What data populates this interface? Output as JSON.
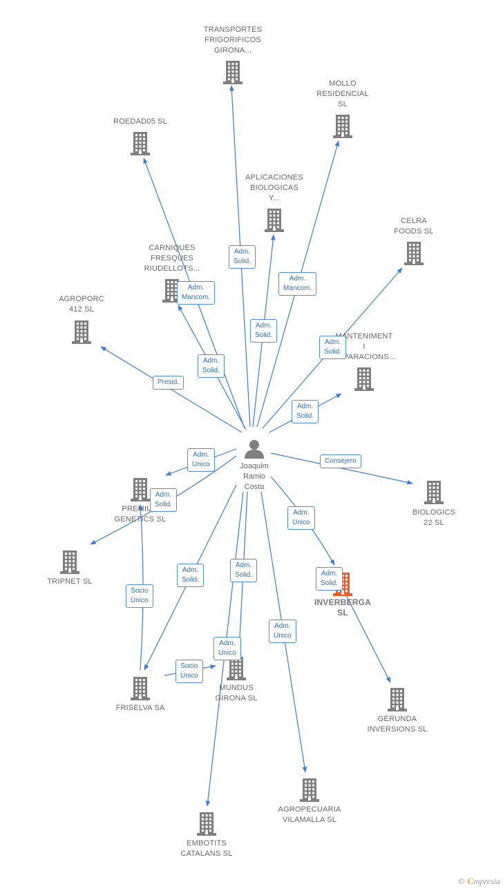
{
  "colors": {
    "link": "#3b7dd8",
    "icon": "#7f7f7f",
    "highlight_icon": "#f05a28",
    "badge_border": "#4a90d9",
    "badge_text": "#2e6fc0"
  },
  "center": {
    "name": "Joaquim\nRamio\nCosta",
    "icon": "person-icon"
  },
  "nodes": [
    {
      "id": "transportes",
      "label": "TRANSPORTES\nFRIGORIFICOS\nGIRONA...",
      "icon": "building-icon"
    },
    {
      "id": "mollo",
      "label": "MOLLO\nRESIDENCIAL\nSL",
      "icon": "building-icon"
    },
    {
      "id": "roedad05",
      "label": "ROEDAD05 SL",
      "icon": "building-icon"
    },
    {
      "id": "aplicaciones",
      "label": "APLICACIONES\nBIOLOGICAS\nY...",
      "icon": "building-icon"
    },
    {
      "id": "celra",
      "label": "CELRA\nFOODS SL",
      "icon": "building-icon"
    },
    {
      "id": "carniques",
      "label": "CARNIQUES\nFRESQUES\nRIUDELLOTS...",
      "icon": "building-icon"
    },
    {
      "id": "agroporc",
      "label": "AGROPORC\n412 SL",
      "icon": "building-icon"
    },
    {
      "id": "manteniment",
      "label": "MANTENIMENT\nI\nREPARACIONS...",
      "icon": "building-icon"
    },
    {
      "id": "premium",
      "label": "PREMIUM\nGENETICS SL",
      "icon": "building-icon"
    },
    {
      "id": "biologics",
      "label": "BIOLOGICS\n22 SL",
      "icon": "building-icon"
    },
    {
      "id": "tripnet",
      "label": "TRIPNET SL",
      "icon": "building-icon"
    },
    {
      "id": "inverberga",
      "label": "INVERBERGA\nSL",
      "icon": "building-icon"
    },
    {
      "id": "friselva",
      "label": "FRISELVA SA",
      "icon": "building-icon"
    },
    {
      "id": "mundus",
      "label": "MUNDUS\nGIRONA SL",
      "icon": "building-icon"
    },
    {
      "id": "gerunda",
      "label": "GERUNDA\nINVERSIONS SL",
      "icon": "building-icon"
    },
    {
      "id": "agropecuaria",
      "label": "AGROPECUARIA\nVILAMALLA SL",
      "icon": "building-icon"
    },
    {
      "id": "embotits",
      "label": "EMBOTITS\nCATALANS SL",
      "icon": "building-icon"
    }
  ],
  "edges": [
    {
      "from": "center",
      "to": "transportes",
      "label": "Adm.\nSolid."
    },
    {
      "from": "center",
      "to": "mollo",
      "label": "Adm.\nMancom."
    },
    {
      "from": "center",
      "to": "roedad05",
      "label": "Adm.\nMancom."
    },
    {
      "from": "center",
      "to": "aplicaciones",
      "label": "Adm.\nSolid."
    },
    {
      "from": "center",
      "to": "celra",
      "label": "Adm.\nSolid."
    },
    {
      "from": "center",
      "to": "carniques",
      "label": "Adm.\nSolid."
    },
    {
      "from": "center",
      "to": "agroporc",
      "label": "Presid."
    },
    {
      "from": "center",
      "to": "manteniment",
      "label": "Adm.\nSolid."
    },
    {
      "from": "center",
      "to": "premium",
      "label": "Adm.\nUnico"
    },
    {
      "from": "center",
      "to": "tripnet",
      "label": "Adm.\nSolid."
    },
    {
      "from": "center",
      "to": "biologics",
      "label": "Consejero"
    },
    {
      "from": "center",
      "to": "inverberga",
      "label": "Adm.\nUnico"
    },
    {
      "from": "center",
      "to": "friselva",
      "label": "Adm.\nSolid."
    },
    {
      "from": "center",
      "to": "mundus",
      "label": "Adm.\nSolid."
    },
    {
      "from": "center",
      "to": "agropecuaria",
      "label": "Adm.\nUnico"
    },
    {
      "from": "center",
      "to": "embotits",
      "label": "Adm.\nUnico"
    },
    {
      "from": "inverberga",
      "to": "gerunda",
      "label": "Adm.\nSolid."
    },
    {
      "from": "friselva",
      "to": "premium",
      "label": "Socio\nÚnico"
    },
    {
      "from": "friselva",
      "to": "mundus",
      "label": "Socio\nÚnico"
    }
  ],
  "highlight": "inverberga",
  "brand": {
    "copyright": "©",
    "initial": "C",
    "rest": "mpresia"
  }
}
